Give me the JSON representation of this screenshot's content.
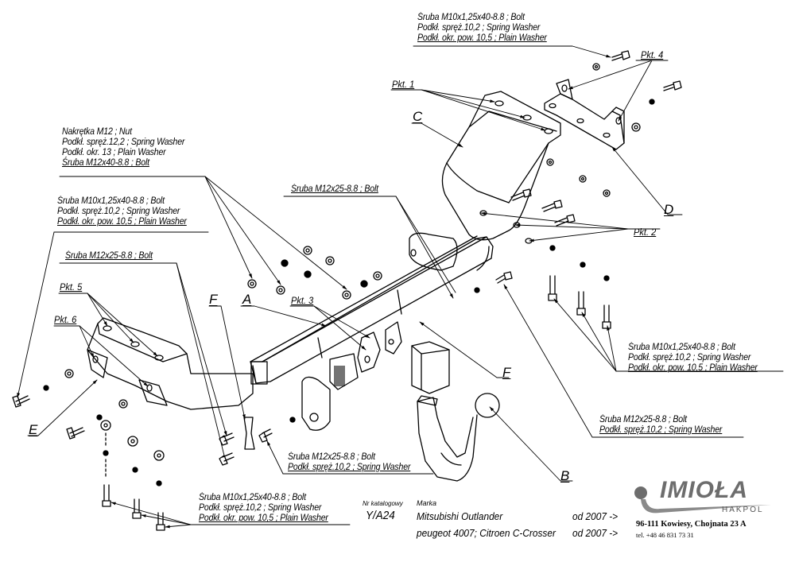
{
  "callouts": {
    "top_right_bolt": [
      "Śruba M10x1,25x40-8.8 ;  Bolt",
      "Podkł. spręż.10,2 ; Spring Washer",
      "Podkł. okr. pow. 10,5 ; Plain Washer"
    ],
    "left_nut_set": [
      "Nakrętka  M12 ; Nut",
      "Podkł. spręż.12,2 ; Spring Washer",
      "Podkł. okr. 13 ; Plain Washer",
      "Śruba M12x40-8.8 ;  Bolt"
    ],
    "left_bolt_set": [
      "Śruba M10x1,25x40-8.8 ;  Bolt",
      "Podkł. spręż.10,2 ; Spring Washer",
      "Podkł. okr. pow. 10,5 ; Plain Washer"
    ],
    "left_m12_bolt": [
      "Śruba M12x25-8.8 ;  Bolt"
    ],
    "center_m12_bolt": [
      "Śruba M12x25-8.8 ;  Bolt"
    ],
    "right_bolt_set": [
      "Śruba M10x1,25x40-8.8 ;  Bolt",
      "Podkł. spręż.10,2 ; Spring Washer",
      "Podkł. okr. pow. 10,5 ; Plain Washer"
    ],
    "right_m12_bolt": [
      "Śruba M12x25-8.8 ;  Bolt",
      "Podkł. spręż.10,2 ; Spring Washer"
    ],
    "center_bottom_m12_bolt": [
      "Śruba M12x25-8.8 ;  Bolt",
      "Podkł. spręż.10,2 ; Spring Washer"
    ],
    "bottom_left_bolt_set": [
      "Śruba M10x1,25x40-8.8 ;  Bolt",
      "Podkł. spręż.10,2 ; Spring Washer",
      "Podkł. okr. pow. 10,5 ; Plain Washer"
    ]
  },
  "points": {
    "pkt1": "Pkt. 1",
    "pkt2": "Pkt. 2",
    "pkt3": "Pkt. 3",
    "pkt4": "Pkt. 4",
    "pkt5": "Pkt. 5",
    "pkt6": "Pkt. 6"
  },
  "parts": {
    "A": "A",
    "B": "B",
    "C": "C",
    "D": "D",
    "E": "E",
    "F_left": "F",
    "F_right": "F"
  },
  "catalog": {
    "label": "Nr katalogowy",
    "value": "Y/A24"
  },
  "vehicle": {
    "label": "Marka",
    "rows": [
      {
        "model": "Mitsubishi Outlander",
        "year": "od  2007 ->"
      },
      {
        "model": "peugeot 4007; Citroen C-Crosser",
        "year": "od  2007 ->"
      }
    ]
  },
  "brand": {
    "name": "IMIOŁA",
    "subname": "HAKPOL",
    "address": "96-111 Kowiesy, Chojnata 23 A",
    "phone": "tel. +48 46 831 73 31",
    "logo_color": "#6d6d6d"
  }
}
